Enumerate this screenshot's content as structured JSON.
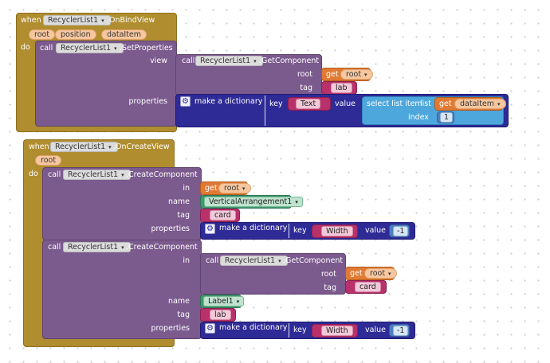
{
  "event1": {
    "when": "when",
    "component": "RecyclerList1",
    "event_name": ".OnBindView",
    "params": [
      "root",
      "position",
      "dataItem"
    ],
    "do": "do",
    "set_props": {
      "call": "call",
      "component": "RecyclerList1",
      "method": ".SetProperties",
      "view_label": "view",
      "properties_label": "properties",
      "get_component": {
        "call": "call",
        "component": "RecyclerList1",
        "method": ".GetComponent",
        "root_label": "root",
        "get": "get",
        "root_value": "root",
        "tag_label": "tag",
        "tag_value": "lab"
      },
      "dict": {
        "label": "make a dictionary",
        "key_label": "key",
        "key_value": "Text",
        "value_label": "value",
        "select": {
          "label": "select list item",
          "list_label": "list",
          "get": "get",
          "list_value": "dataItem",
          "index_label": "index",
          "index_value": "1"
        }
      }
    }
  },
  "event2": {
    "when": "when",
    "component": "RecyclerList1",
    "event_name": ".OnCreateView",
    "params": [
      "root"
    ],
    "do": "do",
    "create1": {
      "call": "call",
      "component": "RecyclerList1",
      "method": ".CreateComponent",
      "in_label": "in",
      "get": "get",
      "in_value": "root",
      "name_label": "name",
      "name_value": "VerticalArrangement1",
      "tag_label": "tag",
      "tag_value": "card",
      "properties_label": "properties",
      "dict": {
        "label": "make a dictionary",
        "key_label": "key",
        "key_value": "Width",
        "value_label": "value",
        "value_value": "-1"
      }
    },
    "create2": {
      "call": "call",
      "component": "RecyclerList1",
      "method": ".CreateComponent",
      "in_label": "in",
      "get_component": {
        "call": "call",
        "component": "RecyclerList1",
        "method": ".GetComponent",
        "root_label": "root",
        "get": "get",
        "root_value": "root",
        "tag_label": "tag",
        "tag_value": "card"
      },
      "name_label": "name",
      "name_value": "Label1",
      "tag_label": "tag",
      "tag_value": "lab",
      "properties_label": "properties",
      "dict": {
        "label": "make a dictionary",
        "key_label": "key",
        "key_value": "Width",
        "value_label": "value",
        "value_value": "-1"
      }
    }
  },
  "colors": {
    "event": "#b08d2e",
    "component_method": "#7b5a8e",
    "dictionary": "#2e2a96",
    "list": "#4da6dc",
    "math": "#4f7ec0",
    "variable_get": "#e07a33",
    "text": "#b8316b",
    "component_block": "#3f9a72"
  },
  "icons": {
    "dropdown": "▾",
    "gear": "⚙"
  }
}
